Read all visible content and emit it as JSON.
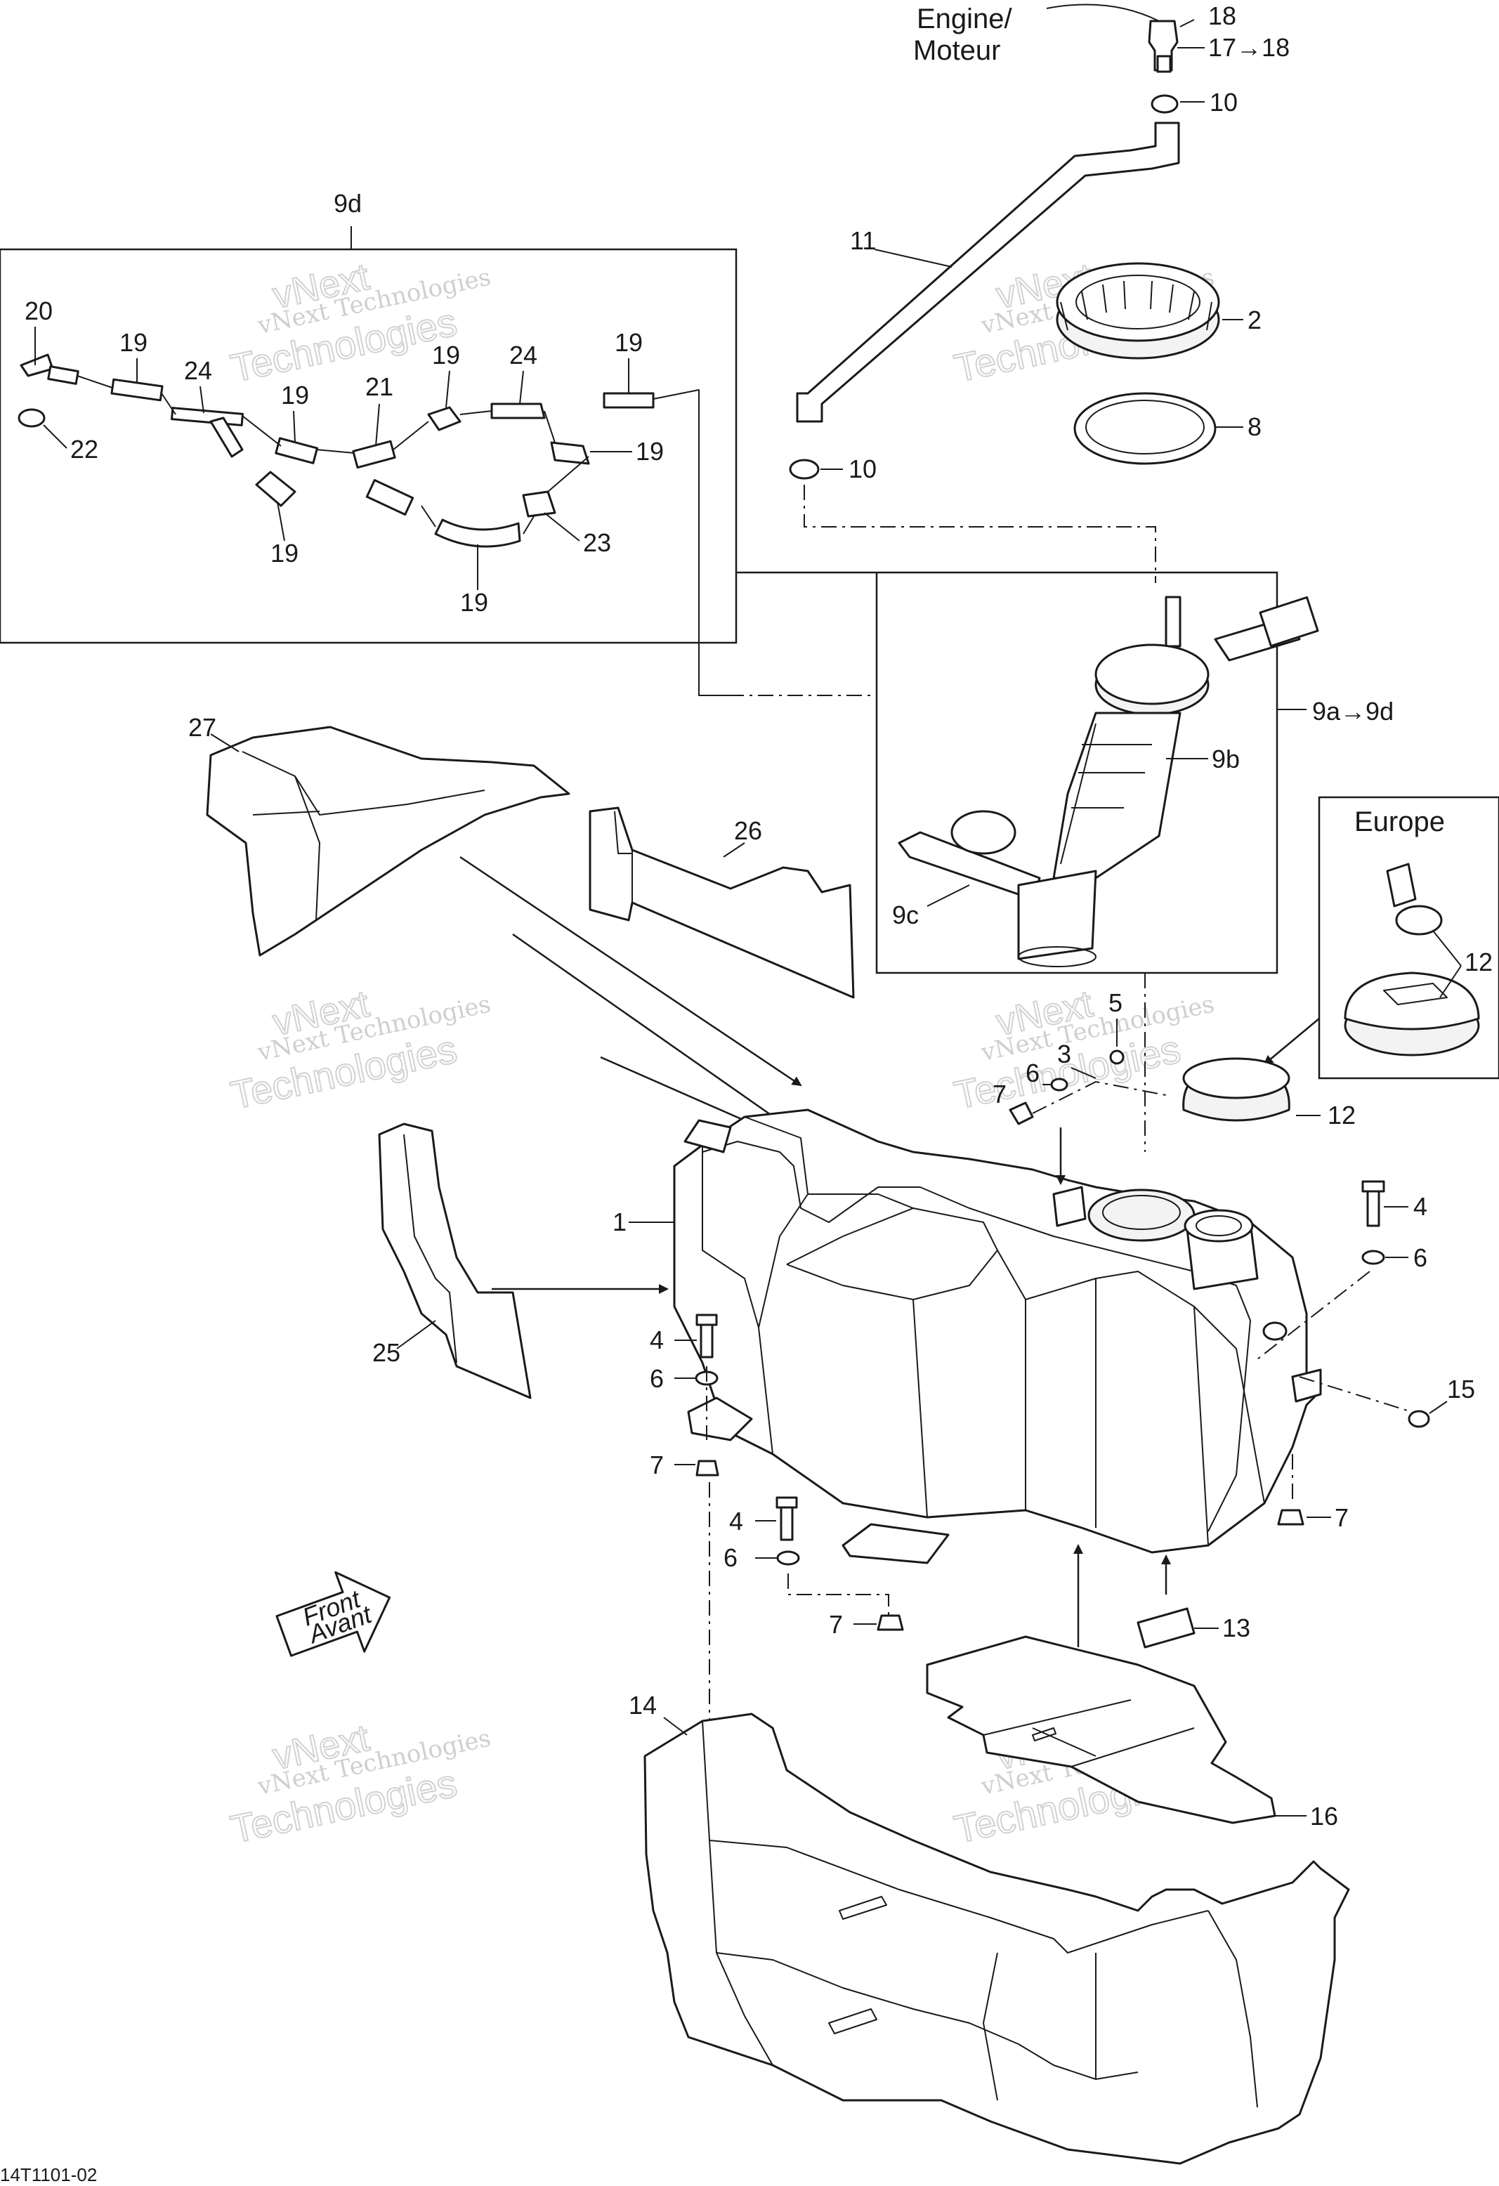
{
  "diagram": {
    "drawing_number": "14T1101-02",
    "engine_label_line1": "Engine/",
    "engine_label_line2": "Moteur",
    "europe_label": "Europe",
    "front_label_line1": "Front",
    "front_label_line2": "Avant",
    "watermark_line1": "vNext Technologies",
    "watermark_line2": "Technologies",
    "watermark_ghost": "vNext",
    "callouts": {
      "c18": "18",
      "c17to18": "17→18",
      "c10a": "10",
      "c11": "11",
      "c2": "2",
      "c8": "8",
      "c10b": "10",
      "c9d": "9d",
      "c20": "20",
      "c19a": "19",
      "c24a": "24",
      "c19b": "19",
      "c19c": "19",
      "c21": "21",
      "c24b": "24",
      "c19d": "19",
      "c19e": "19",
      "c22": "22",
      "c19f": "19",
      "c23": "23",
      "c19g": "19",
      "c9a9d": "9a→9d",
      "c9b": "9b",
      "c9c": "9c",
      "c27": "27",
      "c26": "26",
      "c12a": "12",
      "c12b": "12",
      "c5": "5",
      "c3": "3",
      "c6a": "6",
      "c7a": "7",
      "c1": "1",
      "c4a": "4",
      "c6b": "6",
      "c25": "25",
      "c4b": "4",
      "c6c": "6",
      "c15": "15",
      "c7b": "7",
      "c7c": "7",
      "c4c": "4",
      "c6d": "6",
      "c7d": "7",
      "c13": "13",
      "c14": "14",
      "c16": "16"
    }
  }
}
